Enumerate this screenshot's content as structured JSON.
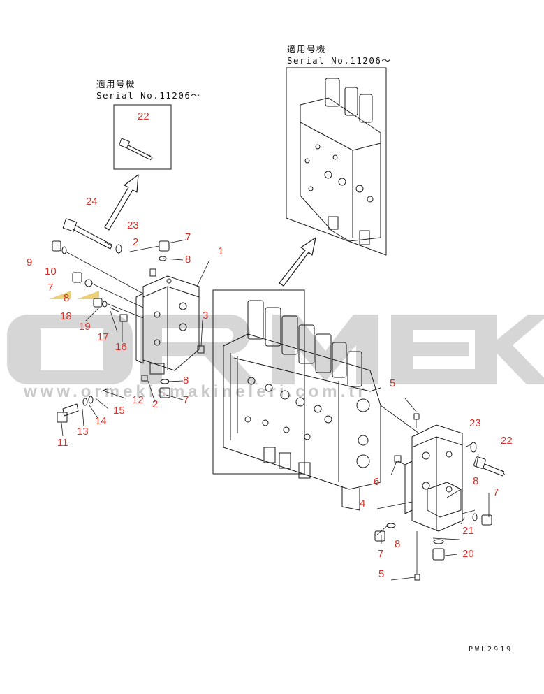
{
  "serial_notes": {
    "upper_left": {
      "line1": "適用号機",
      "line2": "Serial No.11206～"
    },
    "upper_right": {
      "line1": "適用号機",
      "line2": "Serial No.11206～"
    }
  },
  "part_labels": [
    {
      "n": "24"
    },
    {
      "n": "23"
    },
    {
      "n": "2"
    },
    {
      "n": "7"
    },
    {
      "n": "1"
    },
    {
      "n": "8"
    },
    {
      "n": "9"
    },
    {
      "n": "10"
    },
    {
      "n": "7"
    },
    {
      "n": "8"
    },
    {
      "n": "18"
    },
    {
      "n": "19"
    },
    {
      "n": "17"
    },
    {
      "n": "16"
    },
    {
      "n": "3"
    },
    {
      "n": "8"
    },
    {
      "n": "12"
    },
    {
      "n": "2"
    },
    {
      "n": "7"
    },
    {
      "n": "15"
    },
    {
      "n": "14"
    },
    {
      "n": "13"
    },
    {
      "n": "11"
    },
    {
      "n": "22"
    },
    {
      "n": "5"
    },
    {
      "n": "23"
    },
    {
      "n": "22"
    },
    {
      "n": "6"
    },
    {
      "n": "8"
    },
    {
      "n": "4"
    },
    {
      "n": "7"
    },
    {
      "n": "21"
    },
    {
      "n": "8"
    },
    {
      "n": "7"
    },
    {
      "n": "20"
    },
    {
      "n": "5"
    }
  ],
  "watermark": {
    "logo": "ORMEK",
    "url": "www.ormekismakineleri.com.tr"
  },
  "drawing_code": "PWL2919",
  "colors": {
    "line": "#1a1a1a",
    "callout": "#d2332a",
    "watermark": "#c9c9c9",
    "watermark_accent": "#e8c860"
  }
}
